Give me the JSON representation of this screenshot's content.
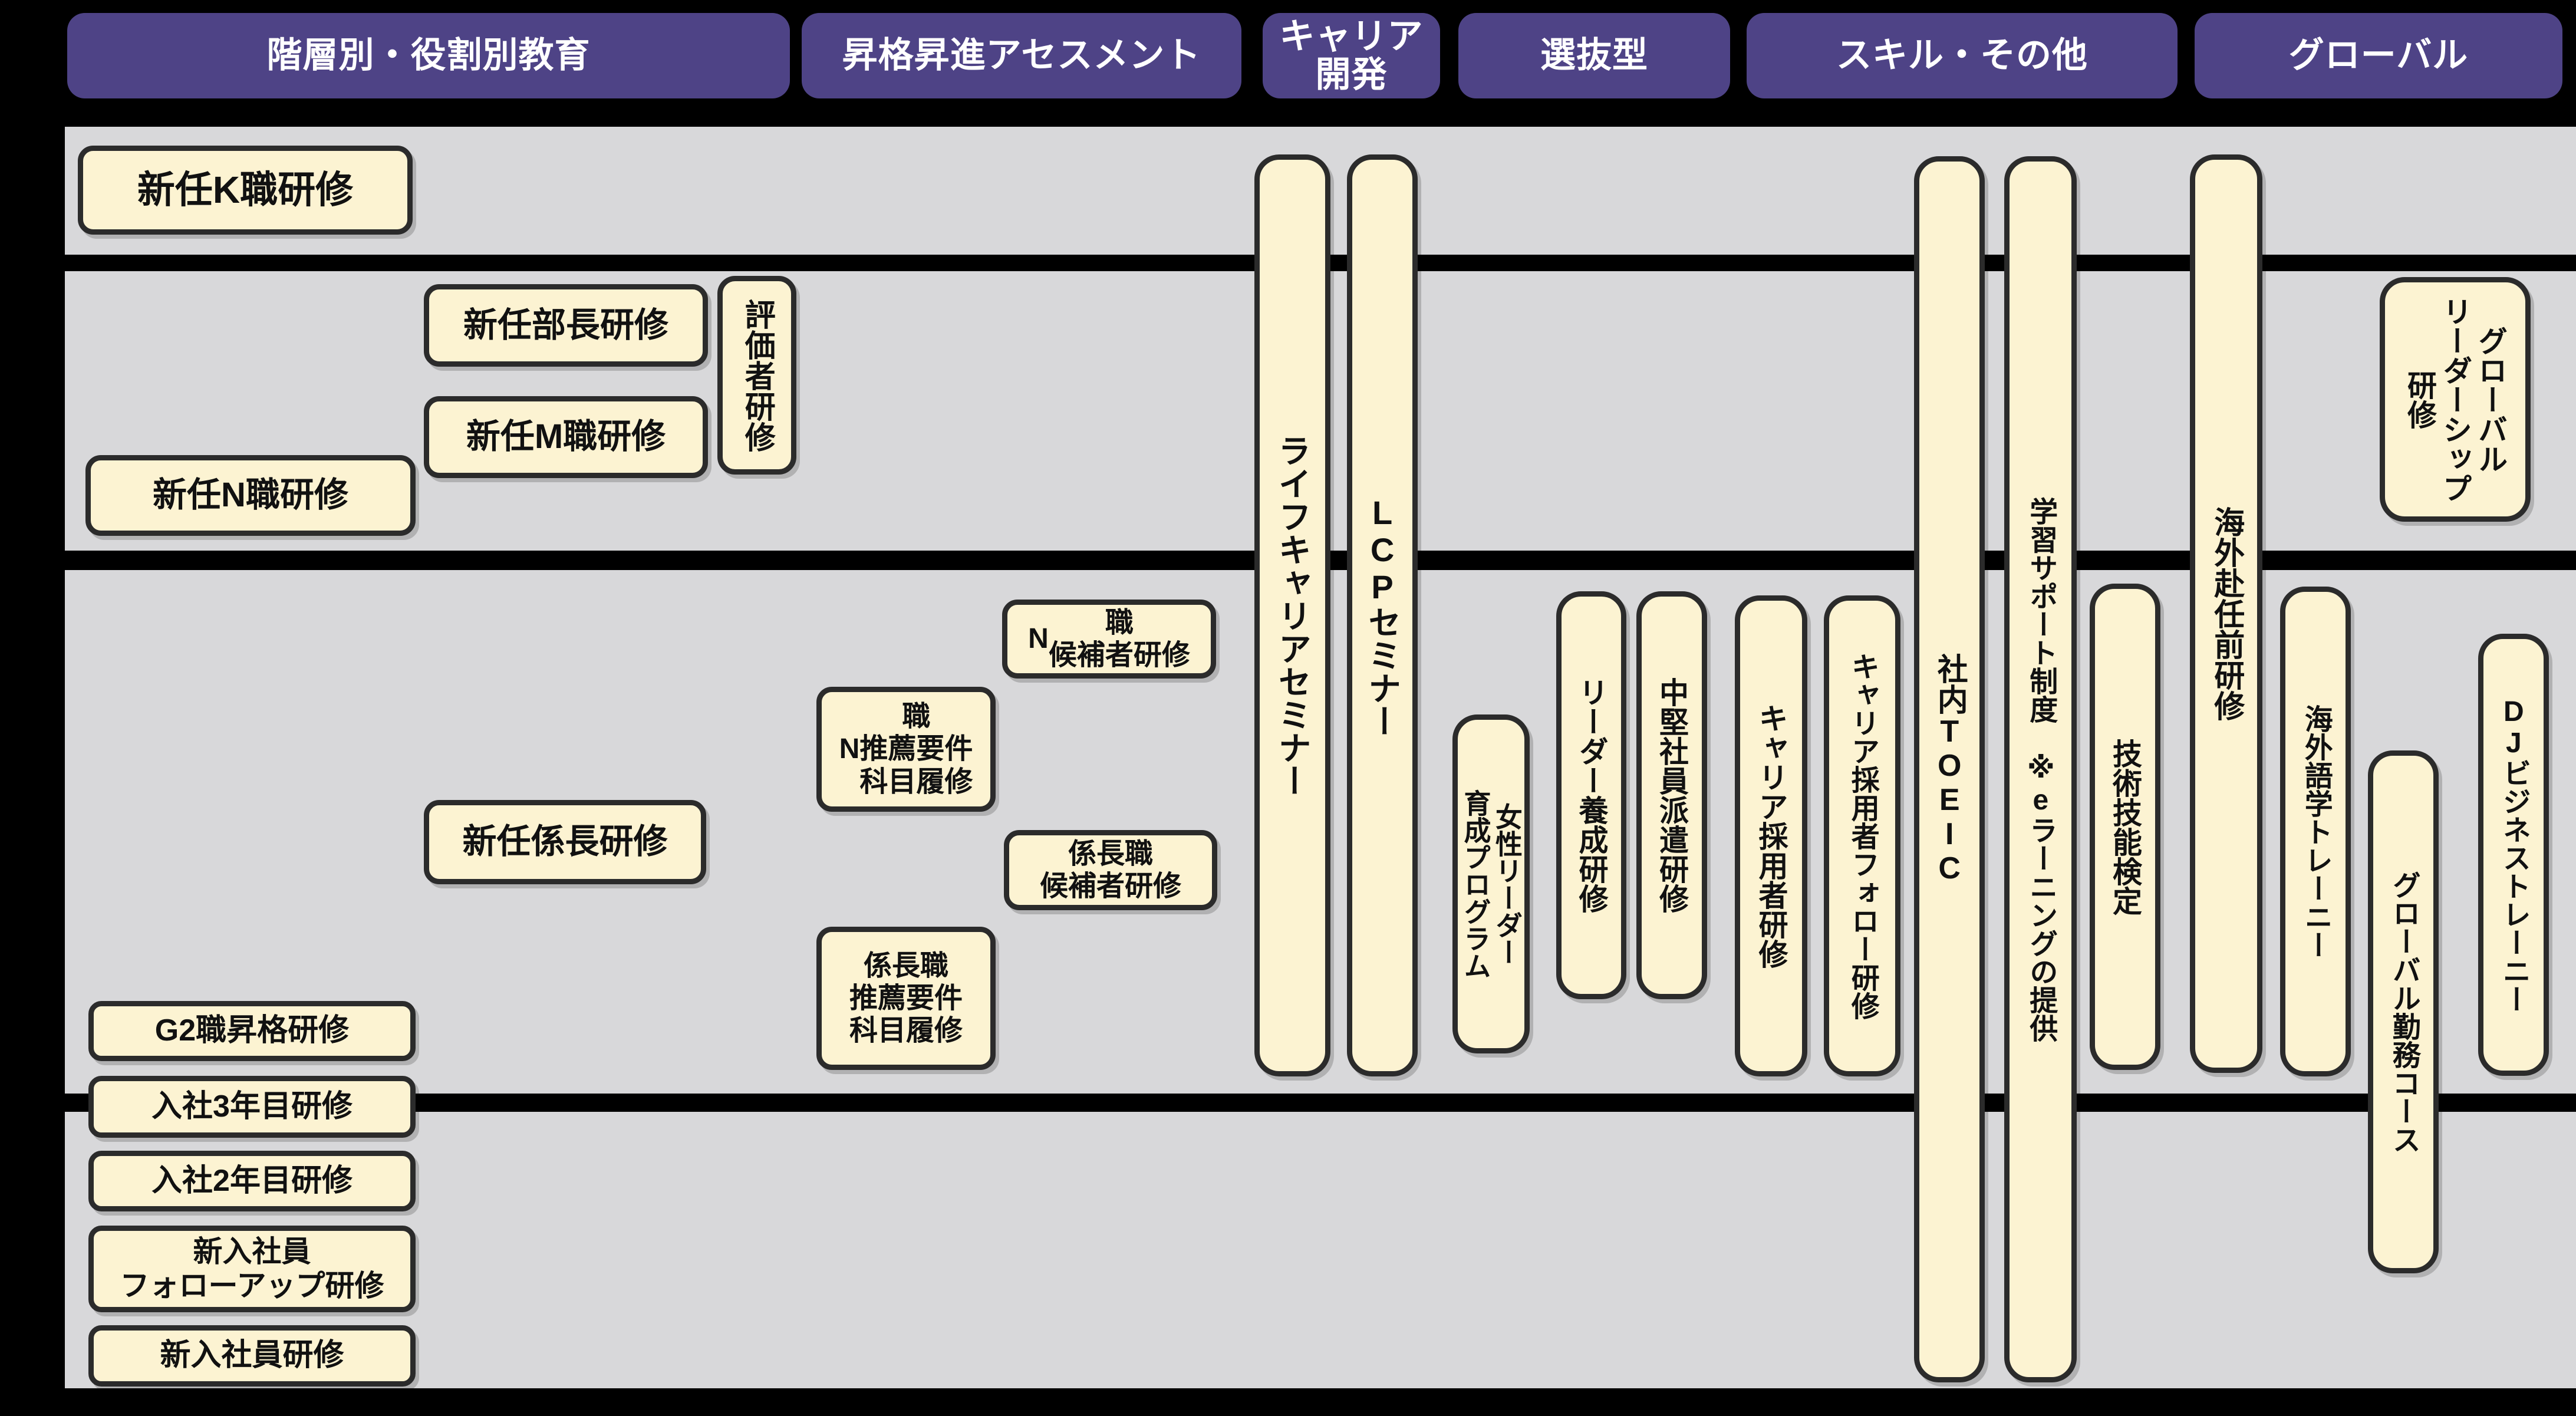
{
  "palette": {
    "canvas_bg": "#000000",
    "content_bg": "#d8d8da",
    "header_bg": "#4e4386",
    "header_text": "#ffffff",
    "box_bg": "#fcf3d2",
    "box_border": "#2b2b2b",
    "box_text": "#111111"
  },
  "header_tabs": [
    {
      "label": "階層別・役割別教育"
    },
    {
      "label": "昇格昇進アセスメント"
    },
    {
      "label": "キャリア\n開発"
    },
    {
      "label": "選抜型"
    },
    {
      "label": "スキル・その他"
    },
    {
      "label": "グローバル"
    }
  ],
  "boxes": [
    {
      "label": "新任K職研修"
    },
    {
      "label": "新任部長研修"
    },
    {
      "label": "新任M職研修"
    },
    {
      "label": "評価者研修"
    },
    {
      "label": "新任N職研修"
    },
    {
      "label": "グローバル\nリーダーシップ\n研修"
    },
    {
      "label": "新任係長研修"
    },
    {
      "label": "N職\n候補者研修"
    },
    {
      "label": "N職\n推薦要件\n科目履修"
    },
    {
      "label": "係長職\n候補者研修"
    },
    {
      "label": "係長職\n推薦要件\n科目履修"
    },
    {
      "label": "G2職昇格研修"
    },
    {
      "label": "入社3年目研修"
    },
    {
      "label": "入社2年目研修"
    },
    {
      "label": "新入社員\nフォローアップ研修"
    },
    {
      "label": "新入社員研修"
    },
    {
      "label": "ライフキャリアセミナー"
    },
    {
      "label": "LCPセミナー"
    },
    {
      "label": "女性リーダー\n育成プログラム"
    },
    {
      "label": "リーダー養成研修"
    },
    {
      "label": "中堅社員派遣研修"
    },
    {
      "label": "キャリア採用者研修"
    },
    {
      "label": "キャリア採用者フォロー研修"
    },
    {
      "label": "社内TOEIC"
    },
    {
      "label": "学習サポート制度　※eラーニングの提供"
    },
    {
      "label": "技術技能検定"
    },
    {
      "label": "海外赴任前研修"
    },
    {
      "label": "海外語学トレーニー"
    },
    {
      "label": "グローバル勤務コース"
    },
    {
      "label": "DJビジネストレーニー"
    }
  ]
}
